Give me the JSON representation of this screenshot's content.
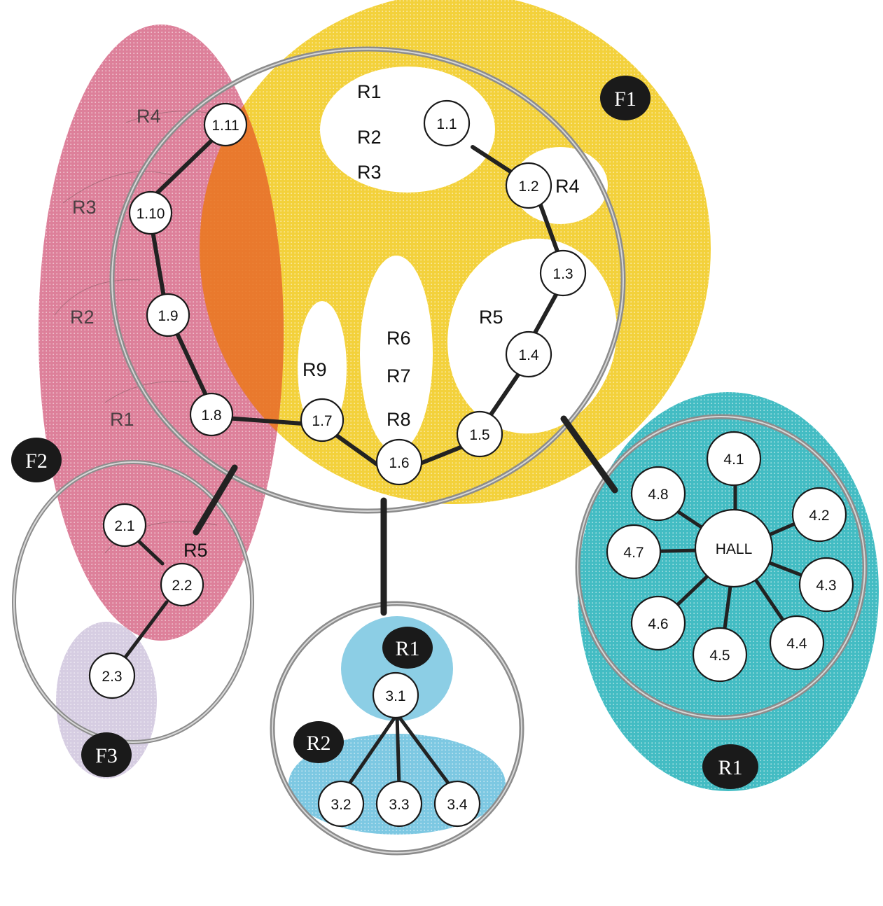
{
  "diagram": {
    "badges": {
      "f1": "F1",
      "f2": "F2",
      "f3": "F3",
      "r1_center": "R1",
      "r2_center": "R2",
      "r1_right": "R1"
    },
    "zones": {
      "f1_r1": "R1",
      "f1_r2": "R2",
      "f1_r3": "R3",
      "f1_r4": "R4",
      "f1_r5": "R5",
      "f1_r6": "R6",
      "f1_r7": "R7",
      "f1_r8": "R8",
      "f1_r9": "R9",
      "f2_r4": "R4",
      "f2_r3": "R3",
      "f2_r2": "R2",
      "f2_r1": "R1",
      "f2_r5": "R5"
    },
    "nodes": {
      "n1_1": "1.1",
      "n1_2": "1.2",
      "n1_3": "1.3",
      "n1_4": "1.4",
      "n1_5": "1.5",
      "n1_6": "1.6",
      "n1_7": "1.7",
      "n1_8": "1.8",
      "n1_9": "1.9",
      "n1_10": "1.10",
      "n1_11": "1.11",
      "n2_1": "2.1",
      "n2_2": "2.2",
      "n2_3": "2.3",
      "n3_1": "3.1",
      "n3_2": "3.2",
      "n3_3": "3.3",
      "n3_4": "3.4",
      "hall": "HALL",
      "n4_1": "4.1",
      "n4_2": "4.2",
      "n4_3": "4.3",
      "n4_4": "4.4",
      "n4_5": "4.5",
      "n4_6": "4.6",
      "n4_7": "4.7",
      "n4_8": "4.8"
    },
    "colors": {
      "yellow": "#f2cd2a",
      "pink": "#d45c7e",
      "orange": "#ea7a26",
      "teal": "#2fb5bd",
      "blue": "#6fc2df",
      "lavender": "#c8bcd8",
      "ring": "#7a7a7a",
      "badge": "#1a1a1a"
    }
  }
}
